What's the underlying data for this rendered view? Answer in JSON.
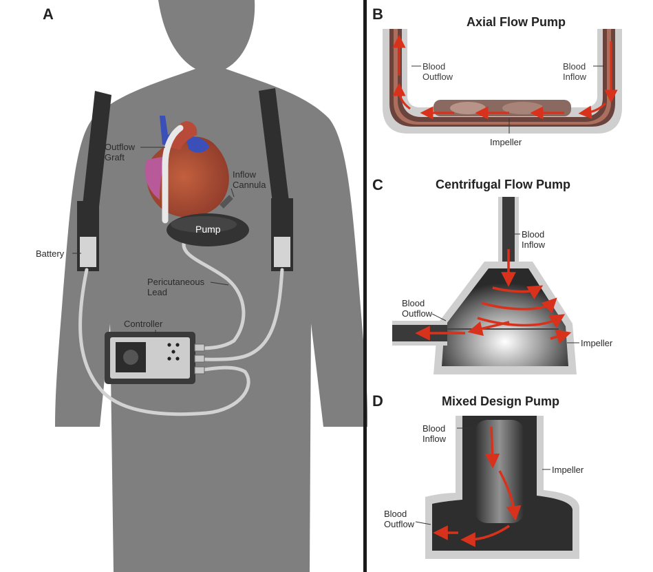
{
  "panels": {
    "a": {
      "letter": "A"
    },
    "b": {
      "letter": "B",
      "title": "Axial Flow Pump"
    },
    "c": {
      "letter": "C",
      "title": "Centrifugal Flow Pump"
    },
    "d": {
      "letter": "D",
      "title": "Mixed Design Pump"
    }
  },
  "labels_a": {
    "outflow_graft": "Outflow\nGraft",
    "inflow_cannula": "Inflow\nCannula",
    "pump": "Pump",
    "battery": "Battery",
    "percutaneous_lead": "Pericutaneous\nLead",
    "controller": "Controller"
  },
  "labels_b": {
    "blood_outflow": "Blood\nOutflow",
    "blood_inflow": "Blood\nInflow",
    "impeller": "Impeller"
  },
  "labels_c": {
    "blood_inflow": "Blood\nInflow",
    "blood_outflow": "Blood\nOutflow",
    "impeller": "Impeller"
  },
  "labels_d": {
    "blood_inflow": "Blood\nInflow",
    "impeller": "Impeller",
    "blood_outflow": "Blood\nOutflow"
  },
  "colors": {
    "body": "#7f7f7f",
    "strap": "#2f2f2f",
    "blood_arrow": "#d9321c",
    "pump_body": "#333333",
    "lead": "#cfcfcf"
  }
}
